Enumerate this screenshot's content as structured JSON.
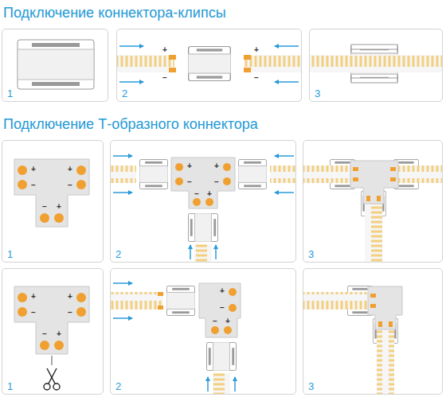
{
  "diagram": {
    "nodes": [
      {
        "text": [
          "1"
        ]
      },
      {
        "text": [
          "2"
        ]
      },
      {
        "text": [
          "3"
        ]
      },
      {
        "text": [
          "1"
        ]
      },
      {
        "text": [
          "2"
        ]
      },
      {
        "text": [
          "3"
        ]
      },
      {
        "text": [
          "1"
        ]
      },
      {
        "text": [
          "2"
        ]
      },
      {
        "text": [
          "3"
        ]
      }
    ],
    "labels": [
      "Подключение коннектора-клипсы",
      "Подключение Т-образного коннектора",
      "+",
      "–",
      "+",
      "–",
      "+",
      "–",
      "+",
      "–",
      "–",
      "+",
      "+",
      "–",
      "+",
      "–",
      "–",
      "+",
      "+",
      "–",
      "+",
      "–",
      "–",
      "+",
      "+",
      "–",
      "–",
      "+"
    ]
  }
}
